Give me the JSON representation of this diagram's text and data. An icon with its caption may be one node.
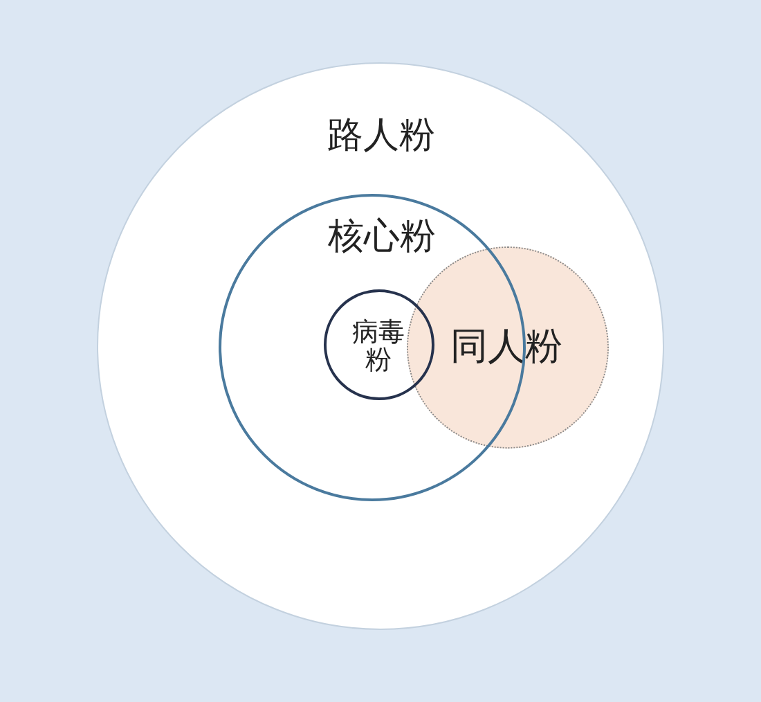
{
  "diagram": {
    "nodes": [
      {
        "text": [
          "路人粉"
        ]
      },
      {
        "text": [
          "核心粉"
        ],
        "in": 0
      },
      {
        "text": [
          "病毒粉"
        ],
        "in": 1
      },
      {
        "text": [
          "同人粉"
        ],
        "in": 0
      }
    ]
  }
}
